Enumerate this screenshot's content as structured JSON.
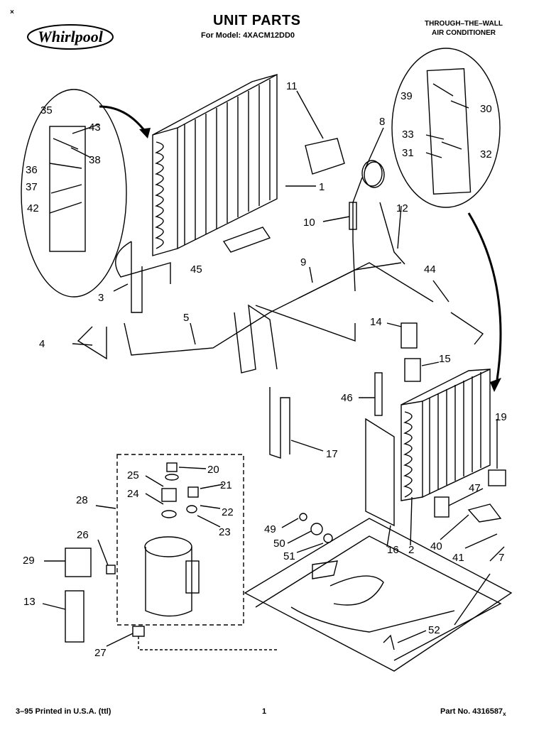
{
  "header": {
    "corner_mark": "×",
    "brand": "Whirlpool",
    "title": "UNIT PARTS",
    "model_line": "For Model: 4XACM12DD0",
    "product_line1": "THROUGH–THE–WALL",
    "product_line2": "AIR CONDITIONER"
  },
  "diagram": {
    "callouts": [
      "1",
      "2",
      "3",
      "4",
      "5",
      "7",
      "8",
      "9",
      "10",
      "11",
      "12",
      "13",
      "14",
      "15",
      "16",
      "17",
      "19",
      "20",
      "21",
      "22",
      "23",
      "24",
      "25",
      "26",
      "27",
      "28",
      "29",
      "30",
      "31",
      "32",
      "33",
      "35",
      "36",
      "37",
      "38",
      "39",
      "40",
      "41",
      "42",
      "43",
      "44",
      "45",
      "46",
      "47",
      "49",
      "50",
      "51",
      "52"
    ]
  },
  "footer": {
    "printed": "3–95 Printed in U.S.A. (ttl)",
    "page": "1",
    "part_no": "Part No. 4316587",
    "part_suffix": "x"
  }
}
